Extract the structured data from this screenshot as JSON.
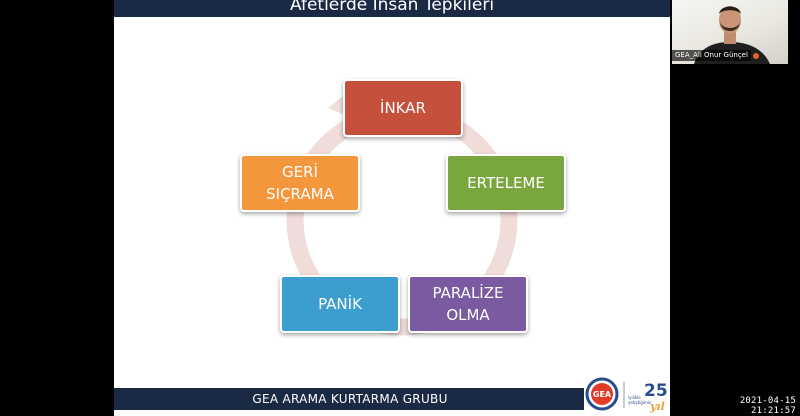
{
  "slide": {
    "title": "Afetlerde İnsan Tepkileri",
    "footer": "GEA ARAMA KURTARMA GRUBU",
    "cycle": [
      {
        "label": "İNKAR",
        "color": "#c5503c"
      },
      {
        "label": "ERTELEME",
        "color": "#7aa63e"
      },
      {
        "label": "PARALİZE\nOLMA",
        "color": "#7a5aa0"
      },
      {
        "label": "PANİK",
        "color": "#3b9ecf"
      },
      {
        "label": "GERİ\nSIÇRAMA",
        "color": "#f4963c"
      }
    ],
    "ring_color": "#f0dcd9",
    "logos": {
      "gea": "GEA",
      "tagline_1": "iyilikle",
      "tagline_2": "yetiştiğimiz",
      "years": "25",
      "years_word": "yıl"
    }
  },
  "webcam": {
    "participant_name": "GEA_Ali Onur Günçel"
  },
  "recording": {
    "timestamp": "2021-04-15  21:21:57"
  }
}
